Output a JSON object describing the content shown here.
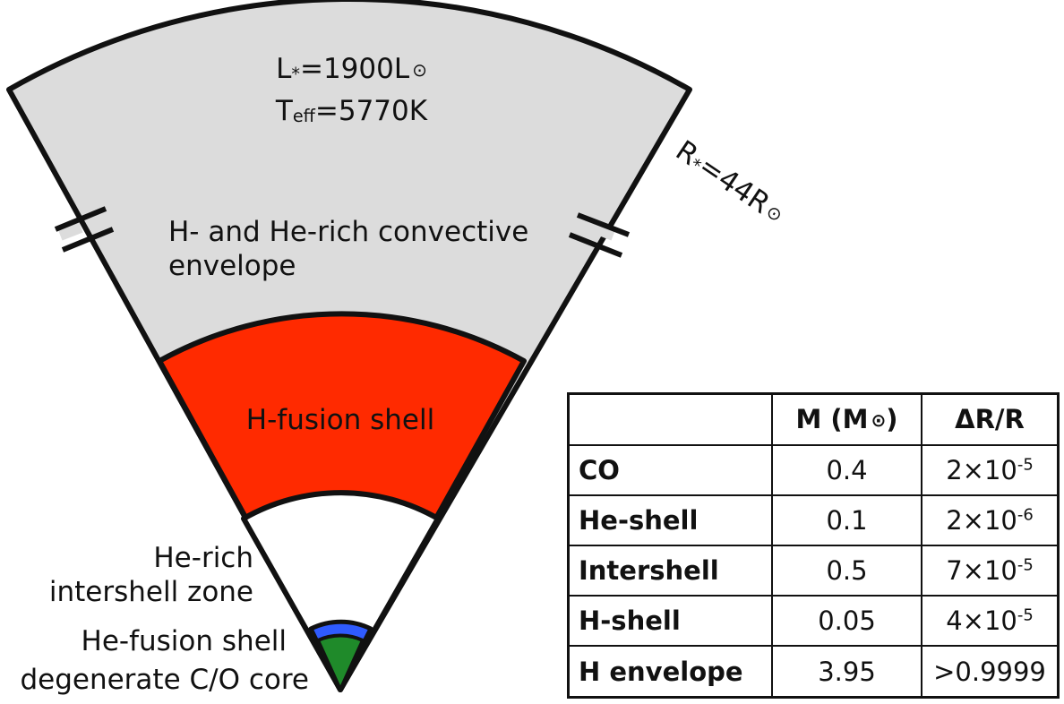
{
  "diagram": {
    "stellar_params": {
      "luminosity_label": "L",
      "luminosity_sub": "*",
      "luminosity_value": "=1900L",
      "sun_symbol": "⊙",
      "teff_label": "T",
      "teff_sub": "eff",
      "teff_value": "=5770K",
      "radius_label": "R",
      "radius_sub": "*",
      "radius_value": "=44R"
    },
    "layers": {
      "envelope_line1": "H- and He-rich convective",
      "envelope_line2": "envelope",
      "h_fusion_shell": "H-fusion shell",
      "intershell_line1": "He-rich",
      "intershell_line2": "intershell zone",
      "he_fusion_shell": "He-fusion shell",
      "core": "degenerate C/O core"
    },
    "colors": {
      "envelope": "#dcdcdc",
      "h_fusion_shell": "#ff2a00",
      "intershell": "#ffffff",
      "he_fusion_shell": "#2f5bff",
      "core": "#1f8a2a",
      "outline": "#111111"
    }
  },
  "table": {
    "headers": {
      "component": "",
      "mass_prefix": "M (M",
      "mass_suffix": ")",
      "radius": "ΔR/R"
    },
    "rows": [
      {
        "component": "CO",
        "mass": "0.4",
        "dr_base": "2×10",
        "dr_exp": "-5"
      },
      {
        "component": "He-shell",
        "mass": "0.1",
        "dr_base": "2×10",
        "dr_exp": "-6"
      },
      {
        "component": "Intershell",
        "mass": "0.5",
        "dr_base": "7×10",
        "dr_exp": "-5"
      },
      {
        "component": "H-shell",
        "mass": "0.05",
        "dr_base": "4×10",
        "dr_exp": "-5"
      },
      {
        "component": "H envelope",
        "mass": "3.95",
        "dr_base": ">0.9999",
        "dr_exp": ""
      }
    ]
  }
}
